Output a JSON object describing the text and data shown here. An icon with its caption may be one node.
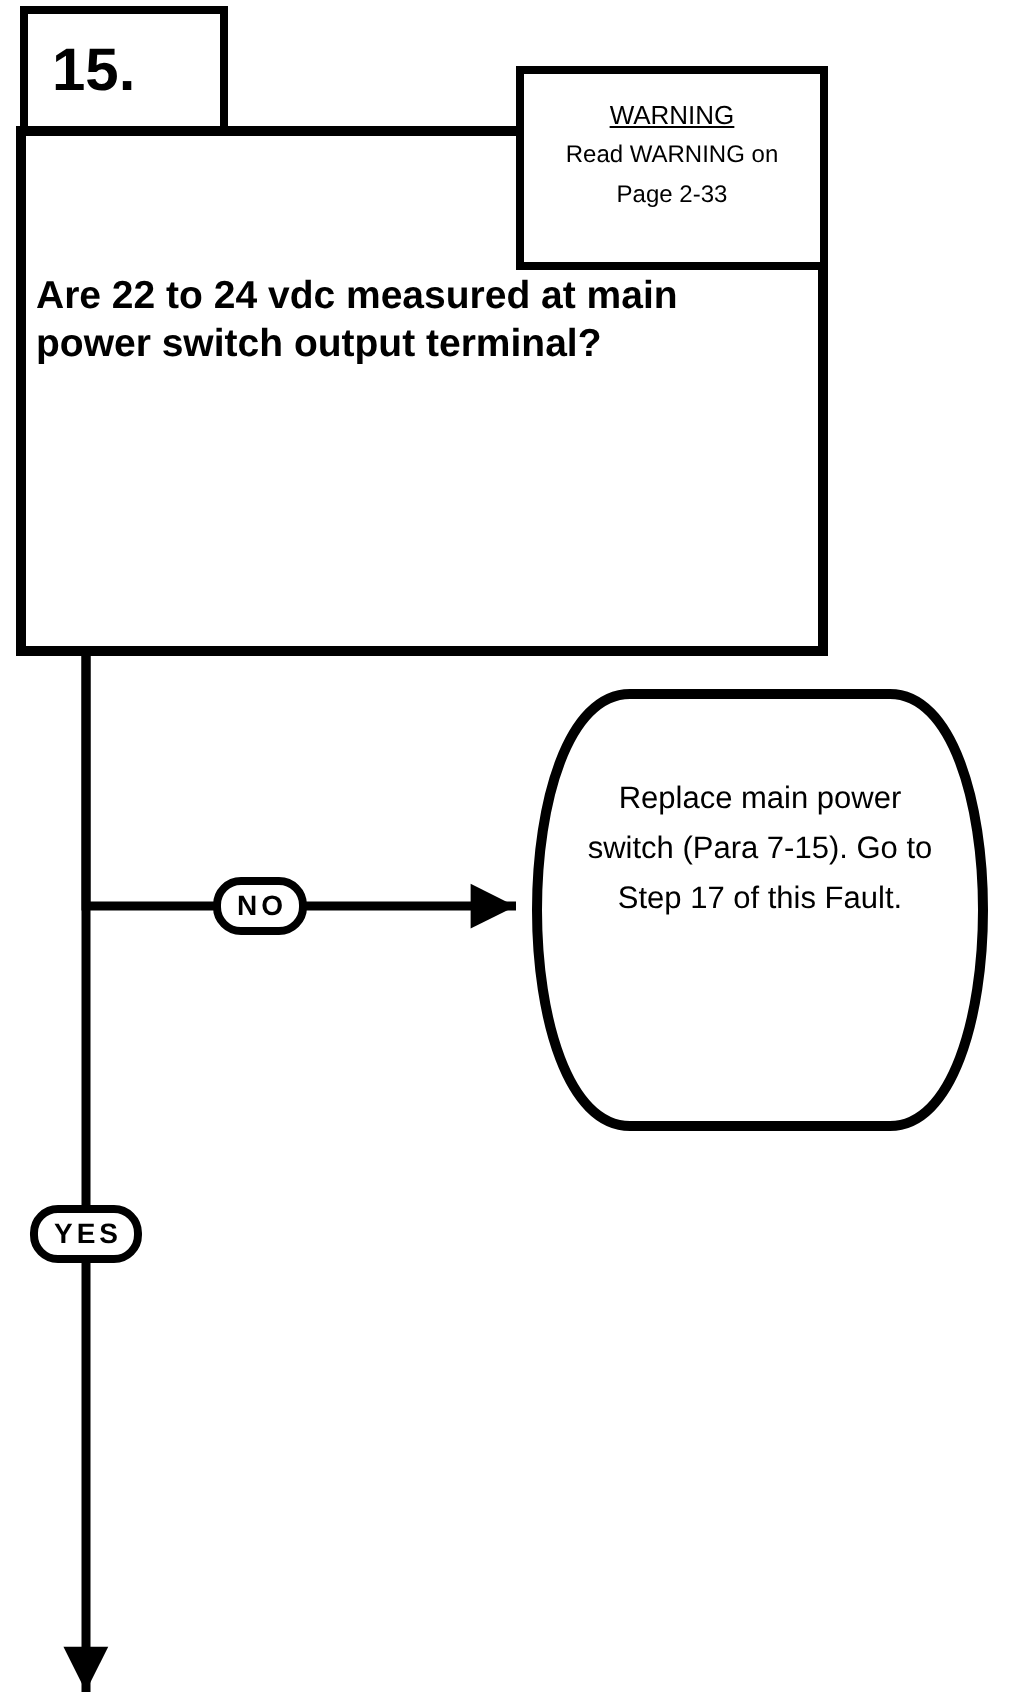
{
  "diagram": {
    "nodes": [
      {
        "text": [
          "15."
        ]
      },
      {
        "text": [
          "Are 22 to 24 vdc measured at main power switch output terminal?"
        ]
      },
      {
        "text": [
          "WARNING",
          "Read WARNING on Page 2-33"
        ]
      },
      {
        "text": [
          "Replace main power switch (Para 7-15). Go to Step 17 of this Fault."
        ]
      }
    ],
    "edges": [
      {
        "from": 1,
        "to": 3,
        "arrow": "to",
        "label": "NO"
      },
      {
        "from": 1,
        "to": null,
        "arrow": "to",
        "label": "YES"
      }
    ]
  }
}
